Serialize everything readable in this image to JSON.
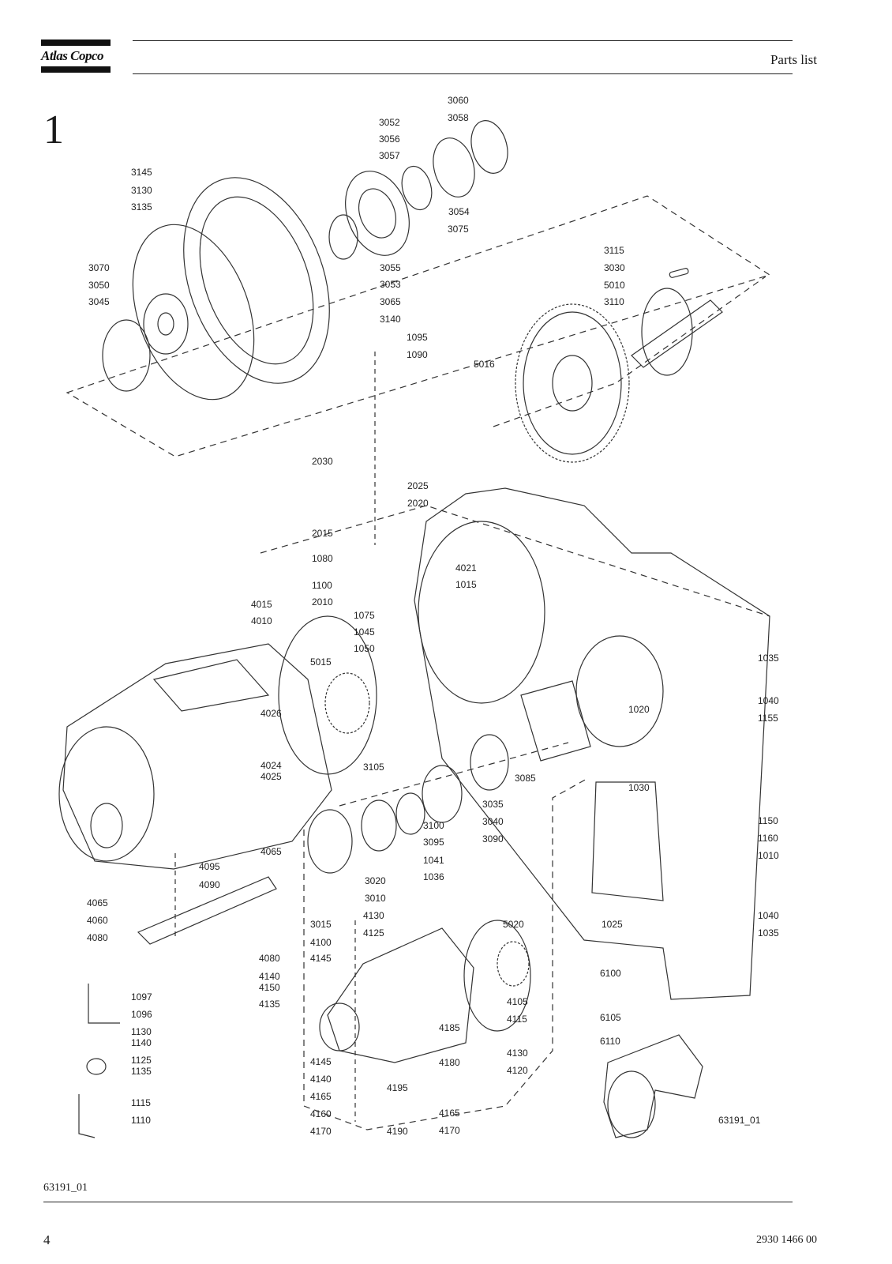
{
  "header": {
    "brand": "Atlas Copco",
    "section": "Parts list"
  },
  "figure": {
    "number": "1",
    "drawing_id": "63191_01",
    "labels": [
      "3060",
      "3058",
      "3052",
      "3056",
      "3057",
      "3054",
      "3075",
      "3145",
      "3130",
      "3135",
      "3055",
      "3053",
      "3065",
      "3140",
      "3070",
      "3050",
      "3045",
      "3115",
      "3030",
      "5010",
      "3110",
      "1095",
      "1090",
      "5016",
      "2030",
      "2025",
      "2020",
      "2015",
      "1080",
      "1100",
      "2010",
      "4021",
      "1015",
      "1075",
      "4015",
      "4010",
      "1045",
      "1050",
      "5015",
      "4026",
      "4024",
      "4025",
      "3105",
      "1035",
      "1040",
      "1155",
      "1020",
      "3085",
      "1030",
      "3035",
      "3040",
      "3100",
      "3090",
      "3095",
      "1150",
      "1160",
      "1010",
      "4065",
      "4095",
      "4090",
      "1041",
      "1036",
      "3020",
      "3010",
      "1025",
      "4065",
      "4060",
      "4080",
      "3015",
      "4130",
      "4125",
      "5020",
      "1040",
      "1035",
      "4080",
      "4100",
      "4145",
      "4140",
      "4150",
      "6100",
      "4135",
      "4105",
      "4115",
      "1097",
      "1096",
      "4185",
      "6105",
      "4130",
      "4120",
      "6110",
      "1130",
      "1140",
      "4145",
      "4180",
      "1125",
      "1135",
      "4140",
      "4195",
      "4165",
      "4165",
      "1115",
      "4160",
      "1110",
      "4170",
      "4190",
      "4170",
      "63191_01"
    ]
  },
  "footer": {
    "ref": "63191_01",
    "page": "4",
    "doc_number": "2930 1466 00"
  }
}
